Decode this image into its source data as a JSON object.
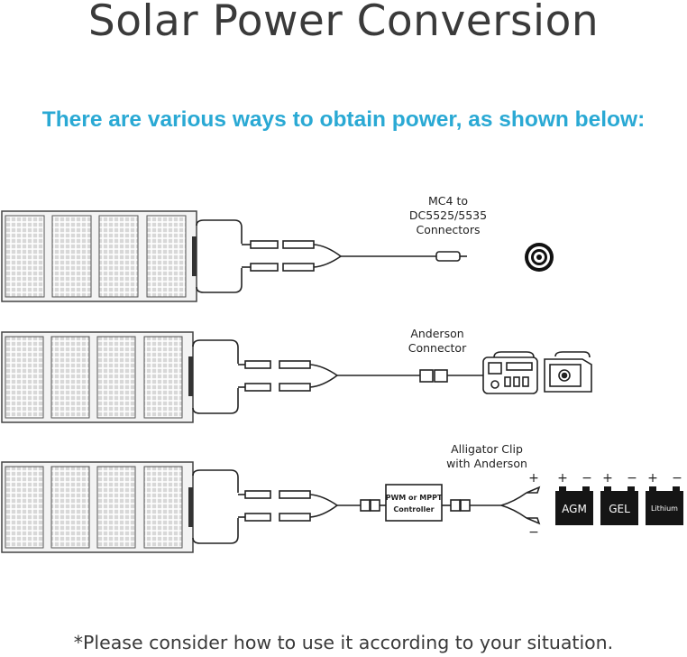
{
  "title": "Solar Power Conversion",
  "subtitle": "There are various ways to obtain power, as shown below:",
  "rows": [
    {
      "connector_label": [
        "MC4 to",
        "DC5525/5535",
        "Connectors"
      ],
      "target": "dc-barrel-port"
    },
    {
      "connector_label": [
        "Anderson",
        "Connector"
      ],
      "target": "power-station"
    },
    {
      "connector_label": [
        "Alligator Clip",
        "with Anderson"
      ],
      "controller": [
        "PWM or MPPT",
        "Controller"
      ],
      "batteries": [
        "AGM",
        "GEL",
        "Lithium"
      ]
    }
  ],
  "polarity": {
    "plus": "+",
    "minus": "−"
  },
  "note": "*Please consider how to use it according to your situation."
}
